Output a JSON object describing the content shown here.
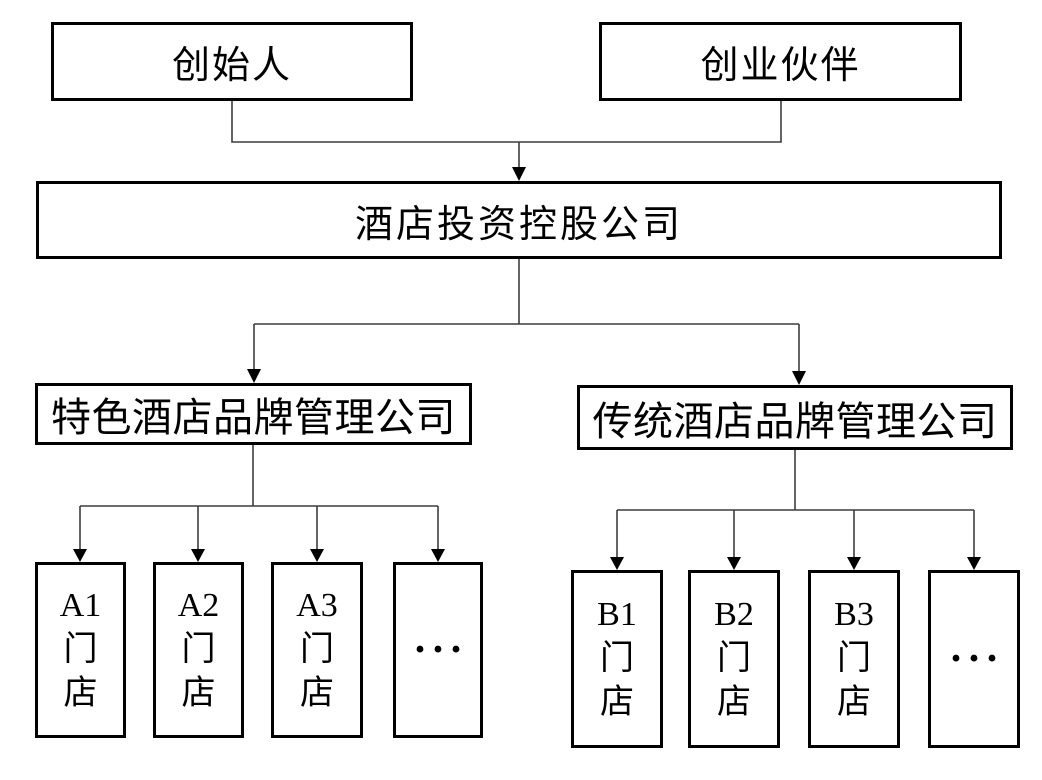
{
  "page": {
    "background": "#ffffff",
    "line_color": "#3d3d3d",
    "arrow_color": "#000000",
    "box_border_color": "#000000"
  },
  "diagram": {
    "top": [
      {
        "id": "founder",
        "label": "创始人"
      },
      {
        "id": "partner",
        "label": "创业伙伴"
      }
    ],
    "holding": {
      "label": "酒店投资控股公司"
    },
    "branches": [
      {
        "id": "brand-a",
        "label": "特色酒店品牌管理公司",
        "children": [
          {
            "label": "A1\n门\n店"
          },
          {
            "label": "A2\n门\n店"
          },
          {
            "label": "A3\n门\n店"
          },
          {
            "label": "···"
          }
        ]
      },
      {
        "id": "brand-b",
        "label": "传统酒店品牌管理公司",
        "children": [
          {
            "label": "B1\n门\n店"
          },
          {
            "label": "B2\n门\n店"
          },
          {
            "label": "B3\n门\n店"
          },
          {
            "label": "···"
          }
        ]
      }
    ]
  }
}
